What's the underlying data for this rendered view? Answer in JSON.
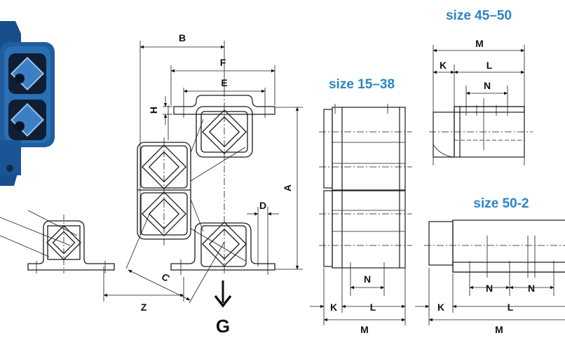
{
  "size_labels": {
    "s15_38": "size 15–38",
    "s45_50": "size 45–50",
    "s50_2": "size 50-2"
  },
  "dims": {
    "A": "A",
    "B": "B",
    "C": "C",
    "D": "D",
    "E": "E",
    "F": "F",
    "G": "G",
    "H": "H",
    "K": "K",
    "L": "L",
    "M": "M",
    "N": "N",
    "Z": "Z"
  },
  "colors": {
    "accent": "#2a84c6",
    "product_blue": "#1f5d9e",
    "line": "#1a1a1a"
  },
  "icons": {
    "gravity": "down-arrow-icon"
  }
}
